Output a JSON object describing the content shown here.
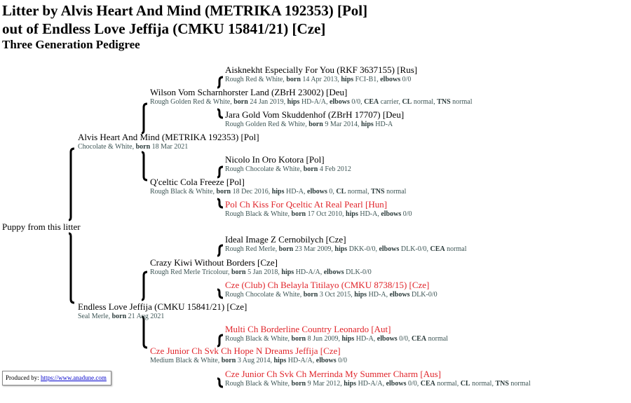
{
  "header": {
    "title_line1": "Litter by Alvis Heart And Mind (METRIKA 192353) [Pol]",
    "title_line2": "out of Endless Love Jeffija (CMKU 15841/21) [Cze]",
    "subtitle": "Three Generation Pedigree"
  },
  "puppy": {
    "name": "Puppy from this litter"
  },
  "dogs": {
    "sire": {
      "name": "Alvis Heart And Mind (METRIKA 192353) [Pol]",
      "desc": "Chocolate & White, ",
      "born": "18 Mar 2021",
      "champion": false
    },
    "sire_sire": {
      "name": "Wilson Vom Scharnhorster Land (ZBrH 23002) [Deu]",
      "desc": "Rough Golden Red & White, ",
      "born": "24 Jan 2019",
      "hips": "HD-A/A",
      "elbows": "0/0",
      "cea": "carrier",
      "cl": "normal",
      "tns": "normal"
    },
    "sire_sire_sire": {
      "name": "Aisknekht Especially For You (RKF 3637155) [Rus]",
      "desc": "Rough Red & White, ",
      "born": "14 Apr 2013",
      "hips": "FCI-B1",
      "elbows": "0/0"
    },
    "sire_sire_dam": {
      "name": "Jara Gold Vom Skuddenhof (ZBrH 17707) [Deu]",
      "desc": "Rough Golden Red & White, ",
      "born": "9 Mar 2014",
      "hips": "HD-A"
    },
    "sire_dam": {
      "name": "Q'celtic Cola Freeze [Pol]",
      "desc": "Rough Black & White, ",
      "born": "18 Dec 2016",
      "hips": "HD-A",
      "elbows": "0",
      "cl": "normal",
      "tns": "normal"
    },
    "sire_dam_sire": {
      "name": "Nicolo In Oro Kotora [Pol]",
      "desc": "Rough Chocolate & White, ",
      "born": "4 Feb 2012"
    },
    "sire_dam_dam": {
      "name": "Pol Ch Kiss For Qceltic At Real Pearl [Hun]",
      "desc": "Rough Black & White, ",
      "born": "17 Oct 2010",
      "hips": "HD-A",
      "elbows": "0/0",
      "champion": true
    },
    "dam": {
      "name": "Endless Love Jeffija (CMKU 15841/21) [Cze]",
      "desc": "Seal Merle, ",
      "born": "21 Aug 2021"
    },
    "dam_sire": {
      "name": "Crazy Kiwi Without Borders [Cze]",
      "desc": "Rough Red Merle Tricolour, ",
      "born": "5 Jan 2018",
      "hips": "HD-A/A",
      "elbows": "DLK-0/0"
    },
    "dam_sire_sire": {
      "name": "Ideal Image Z Cernobilych [Cze]",
      "desc": "Rough Red Merle, ",
      "born": "23 Mar 2009",
      "hips": "DKK-0/0",
      "elbows": "DLK-0/0",
      "cea": "normal"
    },
    "dam_sire_dam": {
      "name": "Cze (Club) Ch Belayla Titilayo (CMKU 8738/15) [Cze]",
      "desc": "Rough Chocolate & White, ",
      "born": "3 Oct 2015",
      "hips": "HD-A",
      "elbows": "DLK-0/0",
      "champion": true
    },
    "dam_dam": {
      "name": "Cze Junior Ch Svk Ch Hope N Dreams Jeffija [Cze]",
      "desc": "Medium Black & White, ",
      "born": "3 Aug 2014",
      "hips": "HD-A/A",
      "elbows": "0/0",
      "champion": true
    },
    "dam_dam_sire": {
      "name": "Multi Ch Borderline Country Leonardo [Aut]",
      "desc": "Rough Black & White, ",
      "born": "8 Jun 2009",
      "hips": "HD-A",
      "elbows": "0/0",
      "cea": "normal",
      "champion": true
    },
    "dam_dam_dam": {
      "name": "Cze Junior Ch Svk Ch Merrinda My Summer Charm [Aus]",
      "desc": "Rough Black & White, ",
      "born": "9 Mar 2012",
      "hips": "HD-A/A",
      "elbows": "0/0",
      "cea": "normal",
      "cl": "normal",
      "tns": "normal",
      "champion": true
    }
  },
  "labels": {
    "born": "born",
    "hips": "hips",
    "elbows": "elbows",
    "cea": "CEA",
    "cl": "CL",
    "tns": "TNS"
  },
  "footer": {
    "label": "Produced by: ",
    "link": "https://www.anadune.com"
  },
  "colors": {
    "champion": "#e0242a",
    "detail": "#3d5555"
  }
}
